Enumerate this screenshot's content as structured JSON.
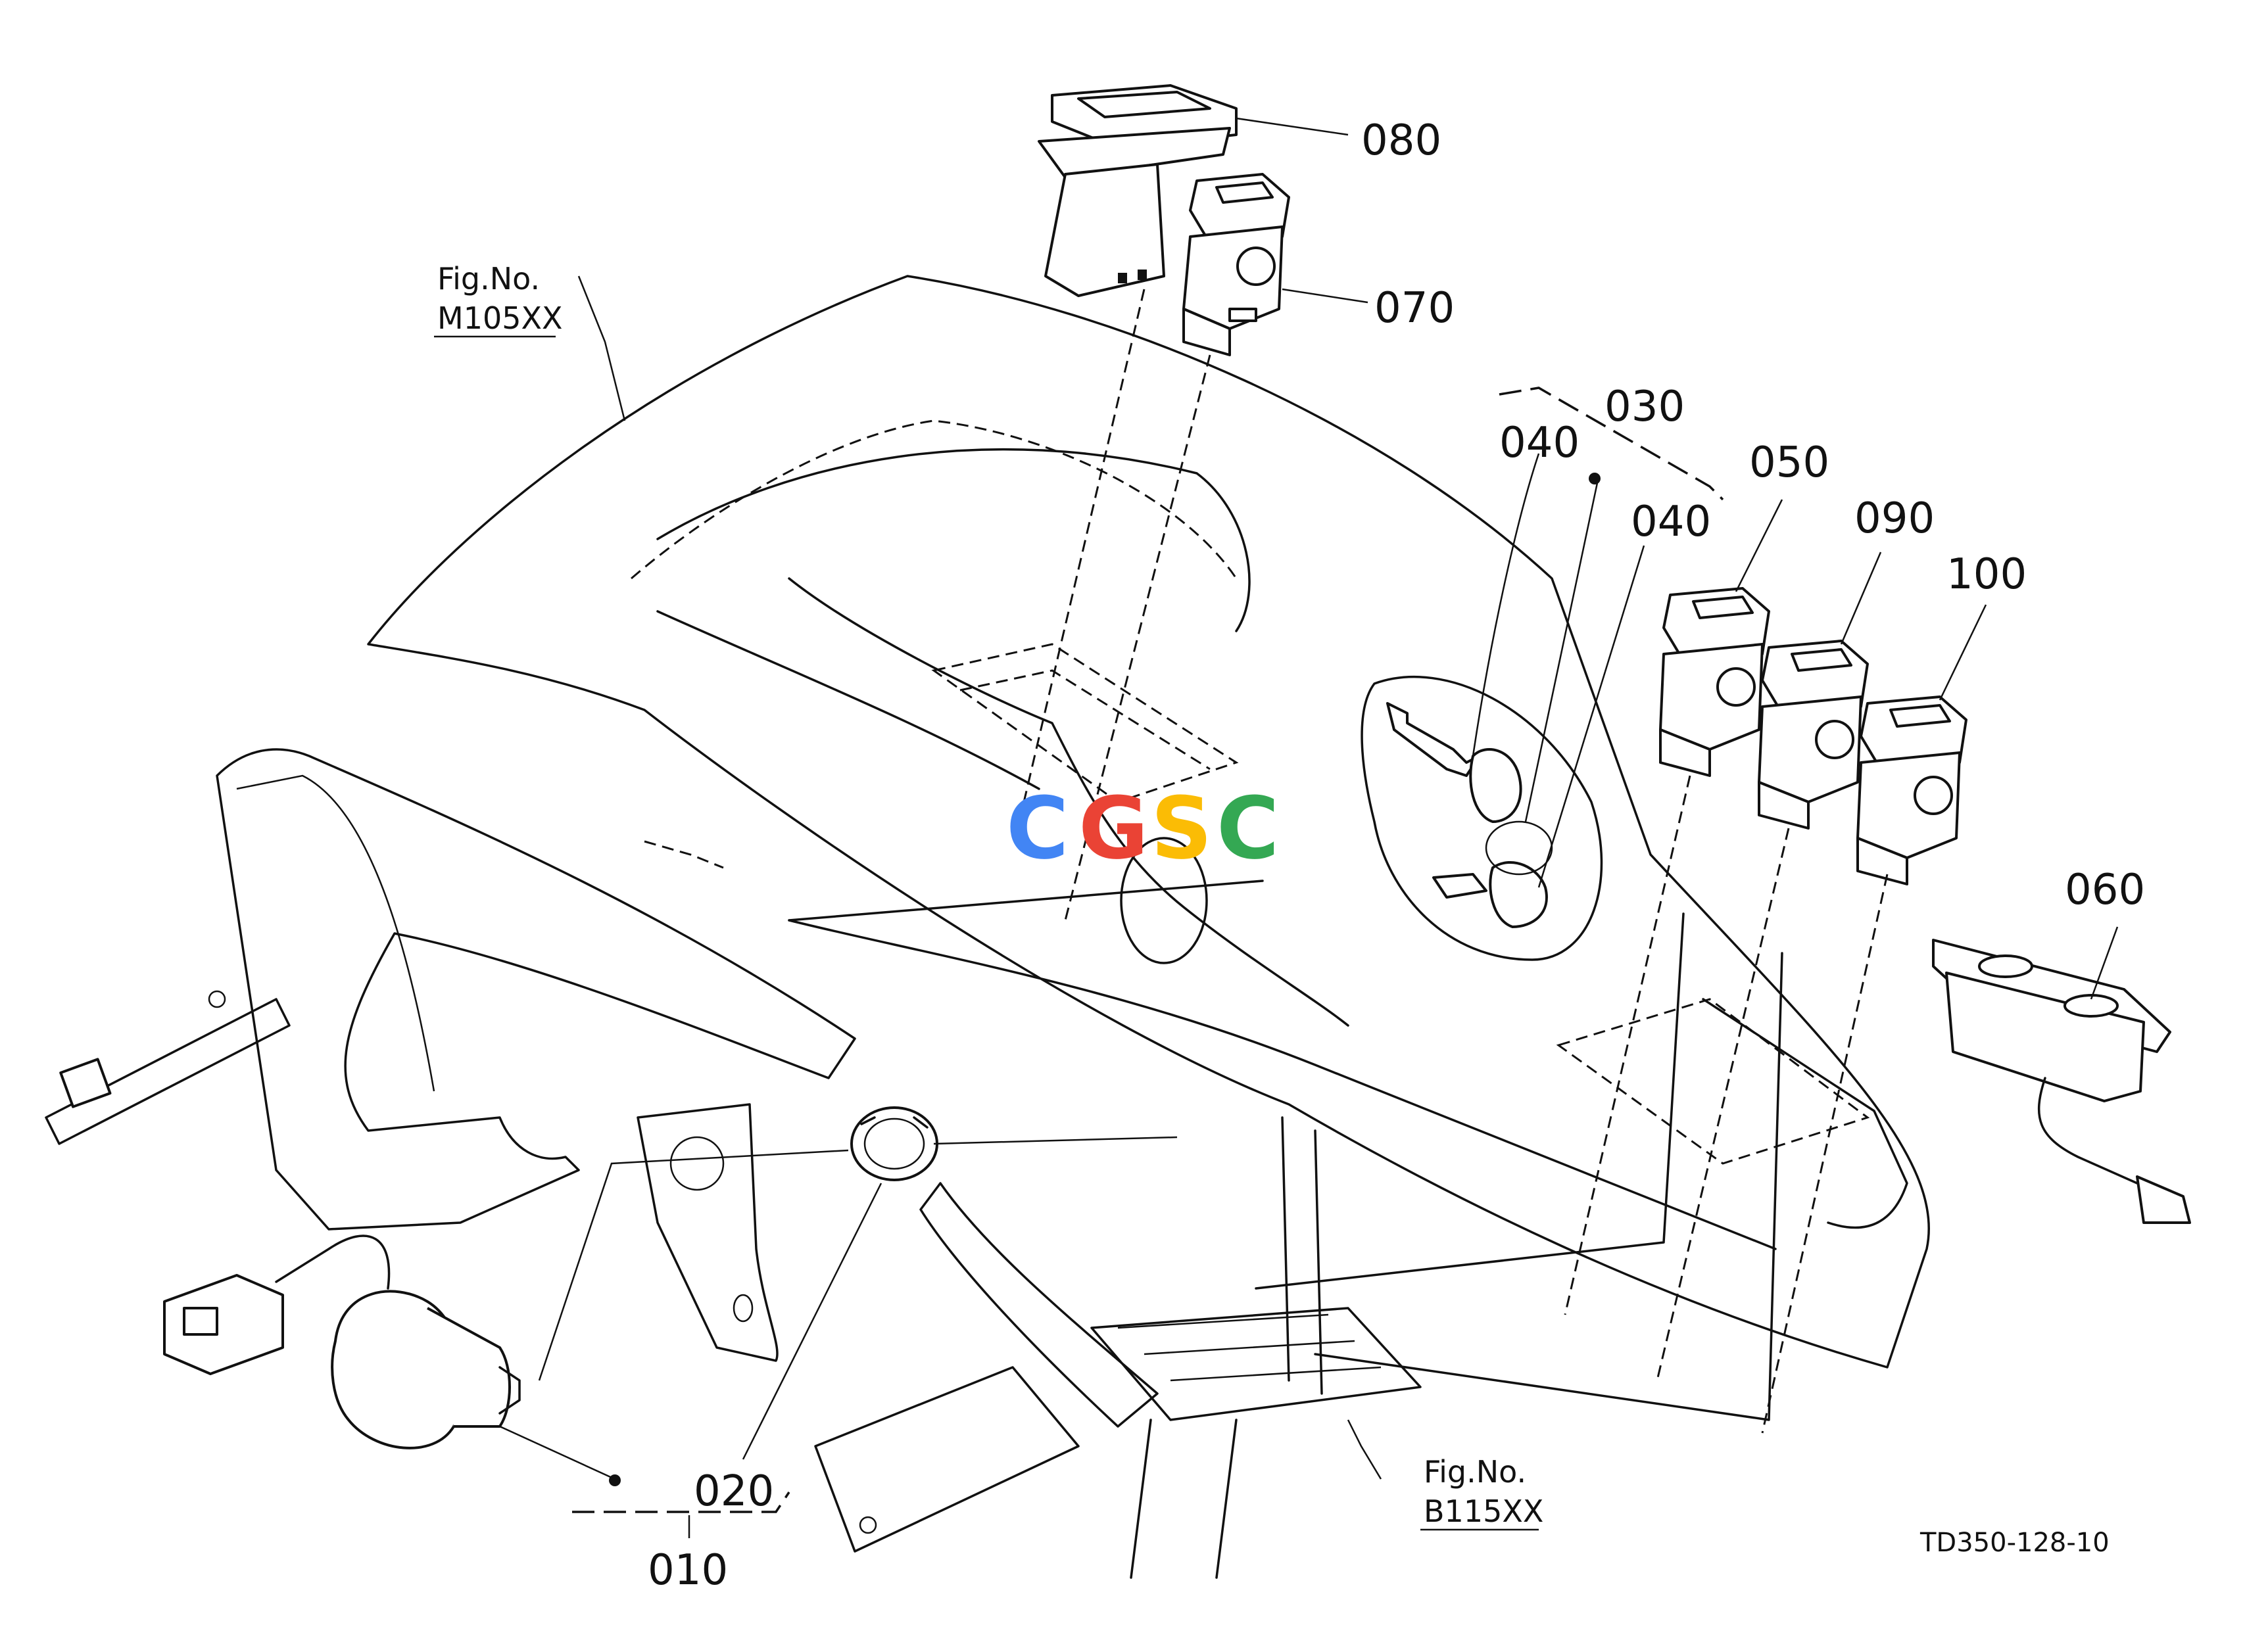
{
  "diagram": {
    "parts": [
      {
        "id": "callout-080",
        "label": "080"
      },
      {
        "id": "callout-070",
        "label": "070"
      },
      {
        "id": "callout-030",
        "label": "030"
      },
      {
        "id": "callout-040a",
        "label": "040"
      },
      {
        "id": "callout-040b",
        "label": "040"
      },
      {
        "id": "callout-050",
        "label": "050"
      },
      {
        "id": "callout-090",
        "label": "090"
      },
      {
        "id": "callout-100",
        "label": "100"
      },
      {
        "id": "callout-060",
        "label": "060"
      },
      {
        "id": "callout-020",
        "label": "020"
      },
      {
        "id": "callout-010",
        "label": "010"
      }
    ],
    "figure_refs": {
      "top": {
        "line1": "Fig.No.",
        "line2": "M105XX"
      },
      "bottom": {
        "line1": "Fig.No.",
        "line2": "B115XX"
      }
    },
    "drawing_code": "TD350-128-10",
    "watermark": {
      "letters": [
        "C",
        "G",
        "S",
        "C"
      ],
      "colors": [
        "#4285F4",
        "#EA4335",
        "#FBBC05",
        "#34A853"
      ]
    }
  }
}
